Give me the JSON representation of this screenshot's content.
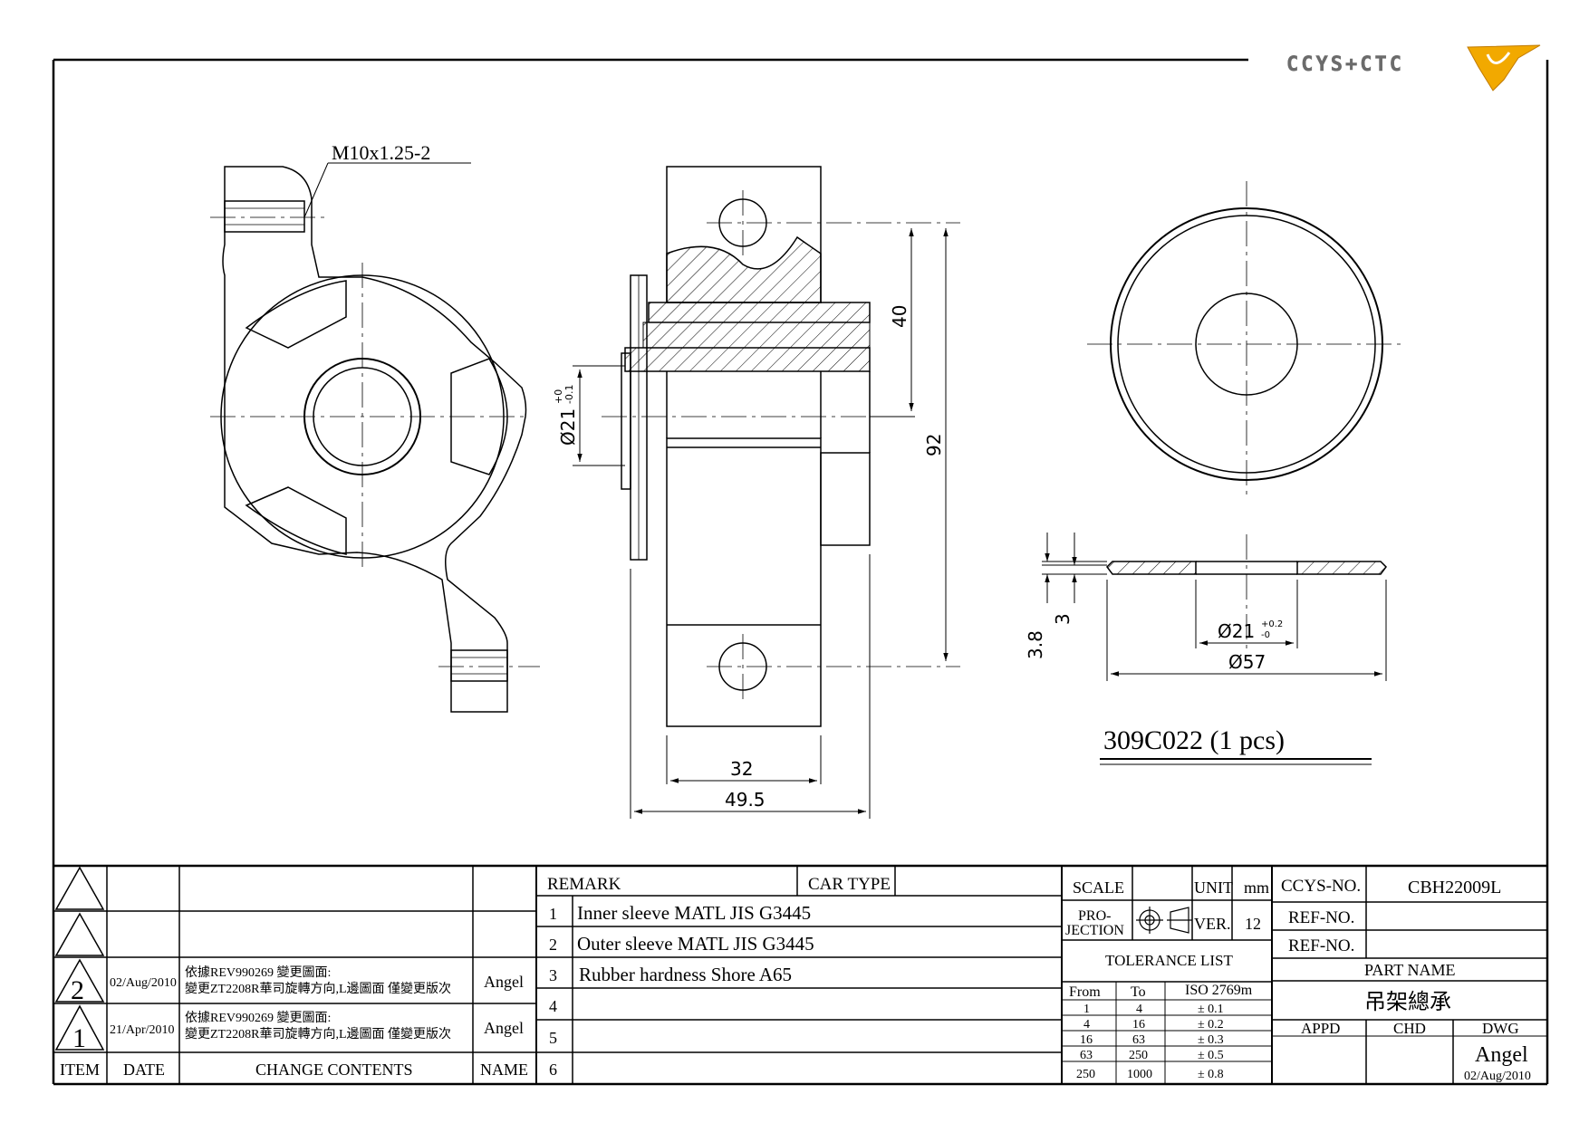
{
  "logo": {
    "text": "CCYS+CTC"
  },
  "drawing": {
    "thread_callout": "M10x1.25-2",
    "dims": {
      "d40": "40",
      "d92": "92",
      "d21_shaft": "Ø21",
      "d21_shaft_tol_up": "+0",
      "d21_shaft_tol_low": "-0.1",
      "d32": "32",
      "d49_5": "49.5",
      "d3_8": "3.8",
      "d3": "3",
      "d21_washer": "Ø21",
      "d21_washer_tol_up": "+0.2",
      "d21_washer_tol_low": "-0",
      "d57": "Ø57"
    },
    "part_label": "309C022 (1 pcs)"
  },
  "revisions": {
    "rows": [
      {
        "item": "",
        "date": "",
        "content": "",
        "name": ""
      },
      {
        "item": "",
        "date": "",
        "content": "",
        "name": ""
      },
      {
        "item": "2",
        "date": "02/Aug/2010",
        "content_line1": "依據REV990269 變更圖面:",
        "content_line2": "變更ZT2208R華司旋轉方向,L邊圖面 僅變更版次",
        "name": "Angel"
      },
      {
        "item": "1",
        "date": "21/Apr/2010",
        "content_line1": "依據REV990269 變更圖面:",
        "content_line2": "變更ZT2208R華司旋轉方向,L邊圖面 僅變更版次",
        "name": "Angel"
      }
    ],
    "headers": {
      "item": "ITEM",
      "date": "DATE",
      "content": "CHANGE CONTENTS",
      "name": "NAME"
    }
  },
  "remarks": {
    "remark_label": "REMARK",
    "car_type_label": "CAR TYPE",
    "car_type_value": "",
    "items": [
      {
        "no": "1",
        "text": "Inner sleeve MATL JIS G3445"
      },
      {
        "no": "2",
        "text": "Outer sleeve MATL JIS G3445"
      },
      {
        "no": "3",
        "text": "Rubber hardness Shore A65"
      },
      {
        "no": "4",
        "text": ""
      },
      {
        "no": "5",
        "text": ""
      },
      {
        "no": "6",
        "text": ""
      }
    ]
  },
  "title_block": {
    "scale_label": "SCALE",
    "scale_value": "",
    "unit_label": "UNIT",
    "unit_value": "mm",
    "projection_label_1": "PRO-",
    "projection_label_2": "JECTION",
    "ver_label": "VER.",
    "ver_value": "12",
    "tolerance_title": "TOLERANCE LIST",
    "tol_headers": {
      "from": "From",
      "to": "To",
      "std": "ISO 2769m"
    },
    "tolerances": [
      {
        "from": "1",
        "to": "4",
        "tol": "± 0.1"
      },
      {
        "from": "4",
        "to": "16",
        "tol": "± 0.2"
      },
      {
        "from": "16",
        "to": "63",
        "tol": "± 0.3"
      },
      {
        "from": "63",
        "to": "250",
        "tol": "± 0.5"
      },
      {
        "from": "250",
        "to": "1000",
        "tol": "± 0.8"
      }
    ],
    "ccys_no_label": "CCYS-NO.",
    "ccys_no_value": "CBH22009L",
    "ref_no_label": "REF-NO.",
    "ref_no_label_2": "REF-NO.",
    "part_name_label": "PART NAME",
    "part_name_value": "吊架總承",
    "appd_label": "APPD",
    "chd_label": "CHD",
    "dwg_label": "DWG",
    "dwg_value": "Angel",
    "dwg_date": "02/Aug/2010"
  }
}
